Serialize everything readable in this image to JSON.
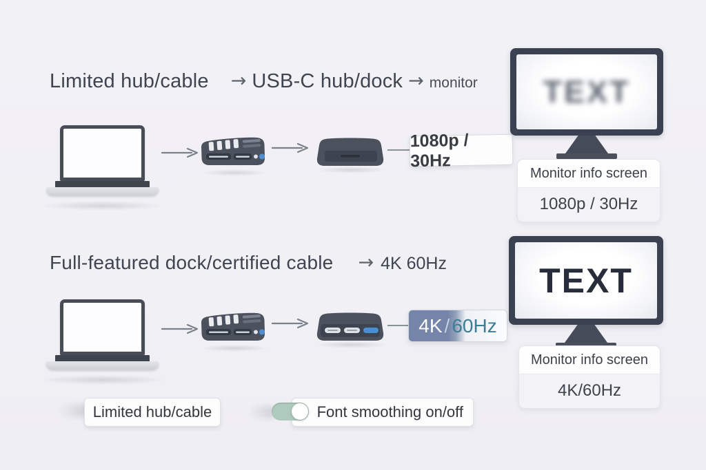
{
  "colors": {
    "background": "#f1f0f5",
    "heading_text": "#3f4550",
    "arrow": "#7a808a",
    "device_body": "#4b515d",
    "monitor_frame": "#3a4150",
    "card_background": "#fdfdfe",
    "label_text": "#383d44",
    "resolution_badge_blue": "#7485a9",
    "refresh_text_teal": "#3e7e95",
    "port_blue": "#4a8fd4",
    "toggle_on_green": "#aecabc"
  },
  "row1": {
    "heading": {
      "source": "Limited hub/cable",
      "arrow1": "→",
      "via": "USB-C hub/dock",
      "arrow2": "→",
      "target": "monitor"
    },
    "output_label": "1080p / 30Hz",
    "monitor_screen_text": "TEXT",
    "info_card": {
      "title": "Monitor info screen",
      "value": "1080p / 30Hz"
    }
  },
  "row2": {
    "heading": {
      "source": "Full-featured dock/certified cable",
      "arrow": "→",
      "result": "4K 60Hz"
    },
    "output_label": {
      "resolution": "4K",
      "separator": "/",
      "refresh": "60Hz"
    },
    "monitor_screen_text": "TEXT",
    "info_card": {
      "title": "Monitor info screen",
      "value": "4K/60Hz"
    }
  },
  "footer": {
    "mode_button_label": "Limited hub/cable",
    "font_smoothing_label": "Font smoothing on/off",
    "toggle_state": "on"
  }
}
